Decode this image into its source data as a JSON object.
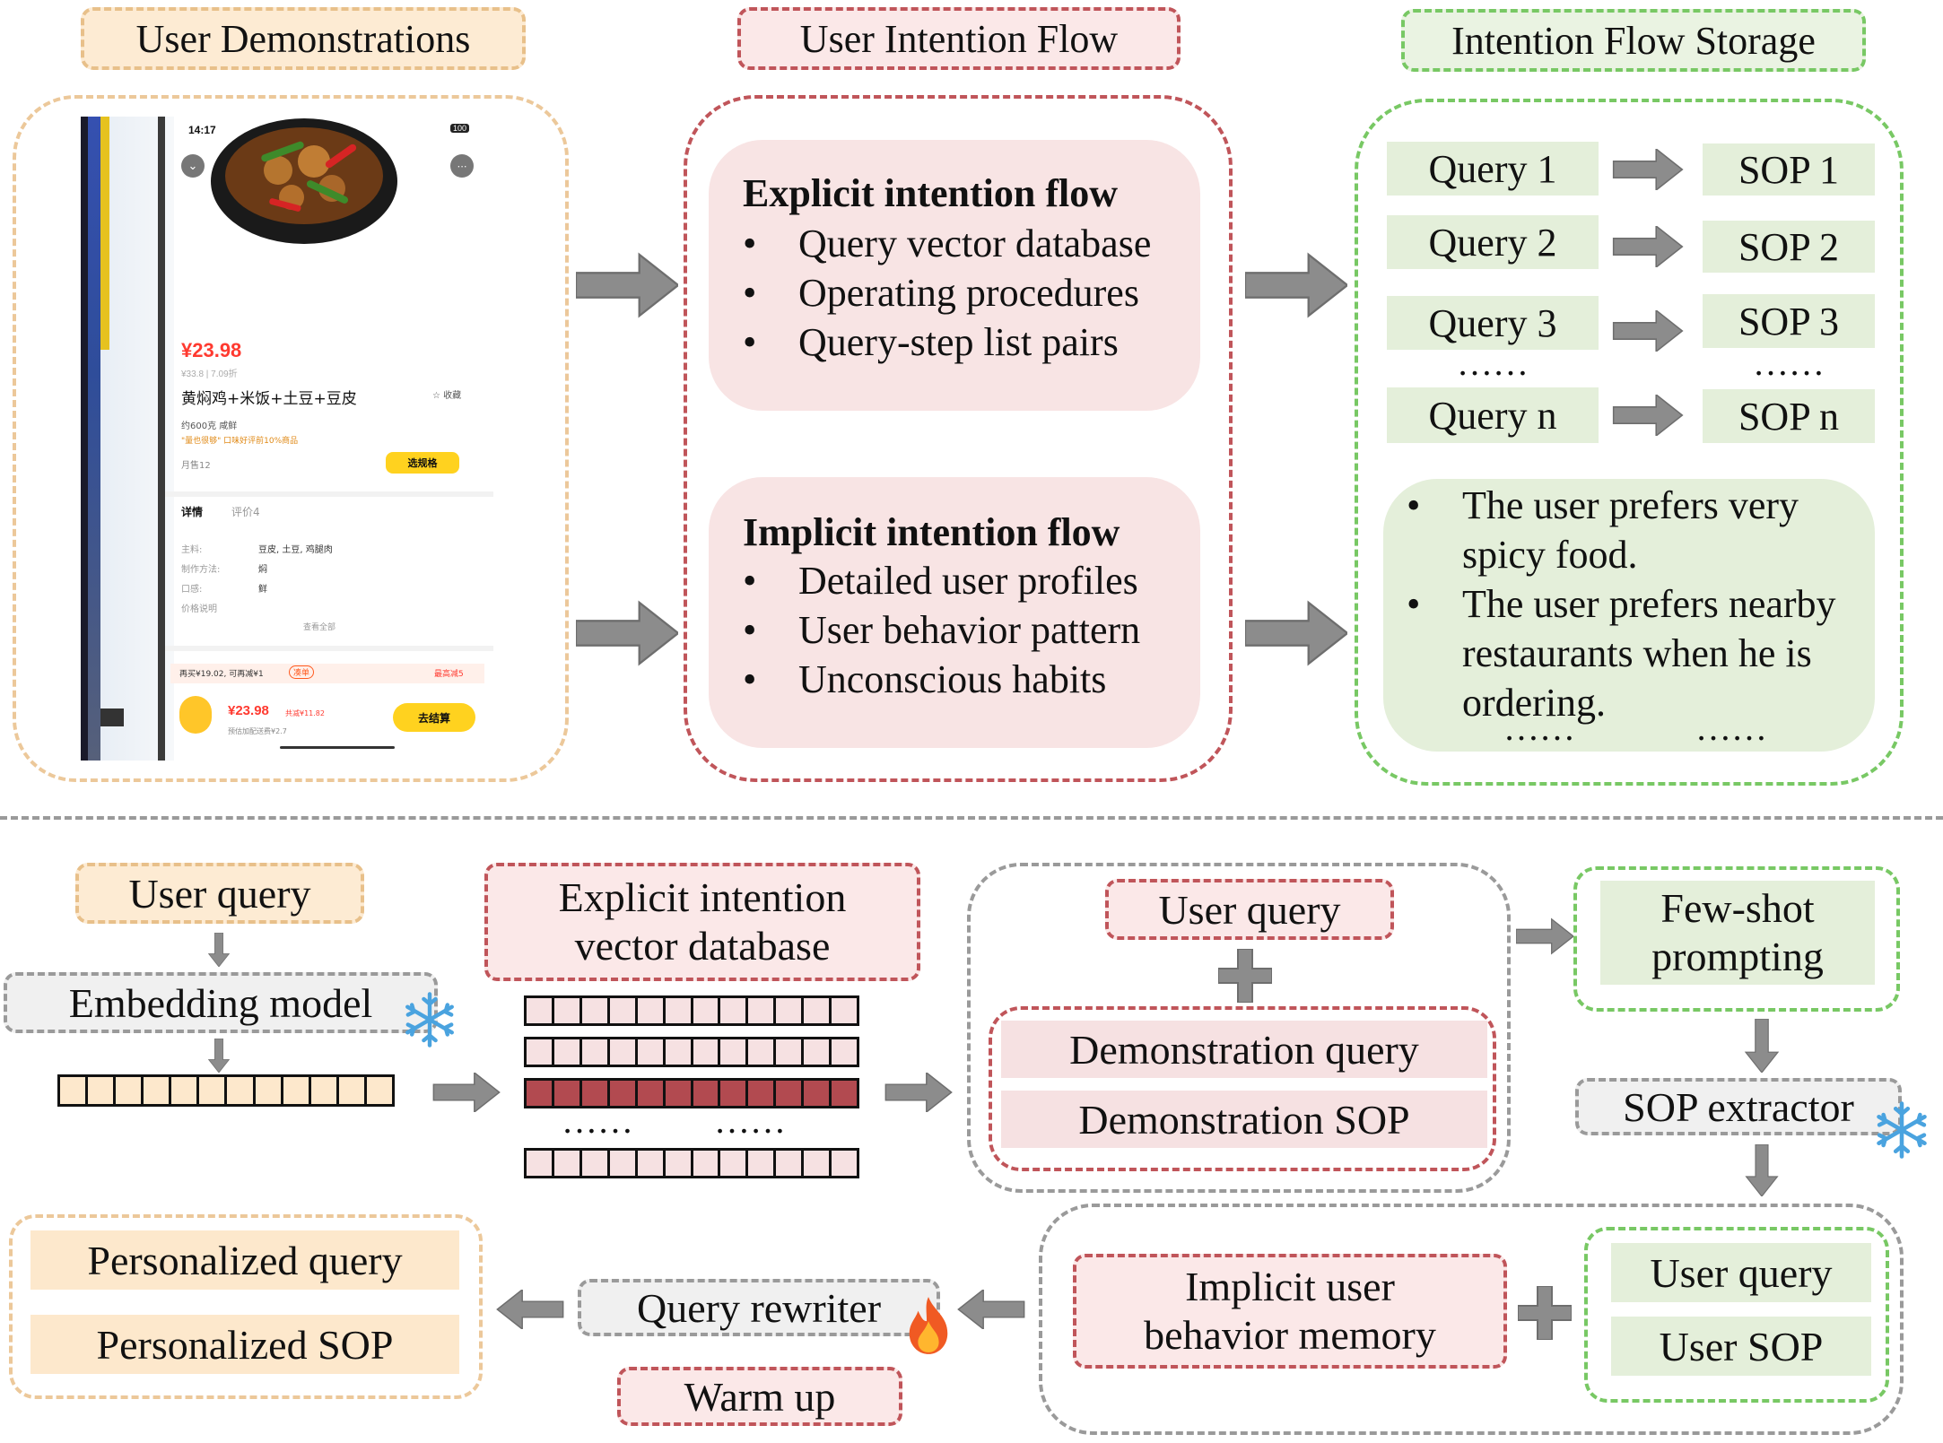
{
  "top": {
    "headers": {
      "demo": "User Demonstrations",
      "flow": "User Intention Flow",
      "storage": "Intention Flow Storage"
    },
    "explicit": {
      "title": "Explicit intention flow",
      "items": [
        "Query vector database",
        "Operating procedures",
        "Query-step list pairs"
      ]
    },
    "implicit": {
      "title": "Implicit intention flow",
      "items": [
        "Detailed user profiles",
        "User behavior pattern",
        "Unconscious habits"
      ]
    },
    "pairs": [
      {
        "query": "Query 1",
        "sop": "SOP 1"
      },
      {
        "query": "Query 2",
        "sop": "SOP 2"
      },
      {
        "query": "Query 3",
        "sop": "SOP 3"
      },
      {
        "query": "Query n",
        "sop": "SOP n"
      }
    ],
    "ellipsis": "……",
    "prefs": [
      "The user prefers very spicy food.",
      "The user prefers nearby restaurants when he is ordering."
    ]
  },
  "phone": {
    "time": "14:17",
    "battery": "100",
    "price": "¥23.98",
    "orig_price": "¥33.8 | 7.09折",
    "dish": "黄焖鸡+米饭+土豆+豆皮",
    "fav": "收藏",
    "weight": "约600克  咸鲜",
    "tags": "\"量也很够\"  口味好评前10%商品",
    "sales": "月售12",
    "spec_btn": "选规格",
    "tab_detail": "详情",
    "tab_review": "评价4",
    "detail_rows": [
      {
        "k": "主料:",
        "v": "豆皮, 土豆, 鸡腿肉"
      },
      {
        "k": "制作方法:",
        "v": "焖"
      },
      {
        "k": "口感:",
        "v": "鲜"
      },
      {
        "k": "价格说明",
        "v": ""
      }
    ],
    "see_all": "查看全部",
    "promo": "再买¥19.02, 可再减¥1",
    "promo_btn": "凑单",
    "promo_right": "最高减5",
    "cart_price": "¥23.98",
    "cart_discount": "共减¥11.82",
    "delivery": "预估加配送费¥2.7",
    "checkout": "去结算"
  },
  "bottom": {
    "user_query": "User query",
    "embedding": "Embedding model",
    "vector_db": [
      "Explicit intention",
      "vector database"
    ],
    "ellipsis": "……",
    "uq2": "User query",
    "demo_query": "Demonstration query",
    "demo_sop": "Demonstration SOP",
    "few_shot": [
      "Few-shot",
      "prompting"
    ],
    "sop_extractor": "SOP extractor",
    "implicit_mem": [
      "Implicit user",
      "behavior memory"
    ],
    "uq3": "User query",
    "user_sop": "User SOP",
    "query_rewriter": "Query rewriter",
    "warm_up": "Warm up",
    "pers_query": "Personalized query",
    "pers_sop": "Personalized SOP"
  },
  "colors": {
    "arrow": "#8c8c8c",
    "red_accent": "#c0555a",
    "green_accent": "#78c864",
    "orange_accent": "#ecc89a",
    "snowflake": "#4aa3df",
    "fire": "#f05a23"
  }
}
